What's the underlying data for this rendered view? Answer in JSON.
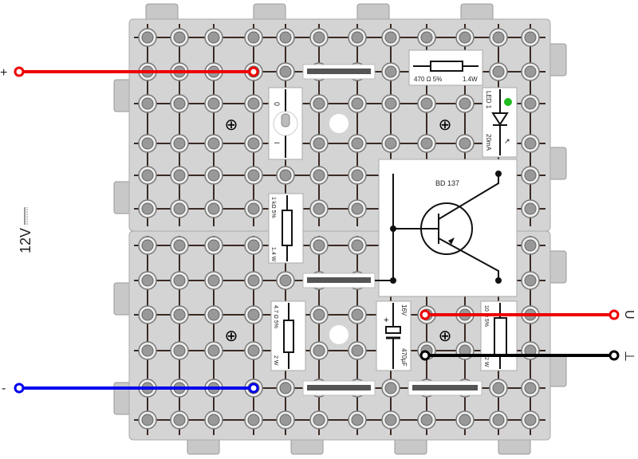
{
  "supply": {
    "plus": "+",
    "minus": "-",
    "voltage": "12V"
  },
  "outputs": {
    "u_label": "U",
    "ground_label": "⊥"
  },
  "components": {
    "r470": {
      "value": "470 Ω 5%",
      "power": "1.4W"
    },
    "switch": {
      "off": "0",
      "on": "I"
    },
    "led": {
      "name": "LED 1",
      "current": "20mA"
    },
    "transistor": {
      "name": "BD 137"
    },
    "r1k": {
      "value": "1 kΩ 5%",
      "power": "1.4 W"
    },
    "r4_7": {
      "value": "4.7 Ω 5%",
      "power": "2 W"
    },
    "capacitor": {
      "voltage": "16V",
      "value": "470µF"
    },
    "r10": {
      "value": "10 Ω 5%",
      "power": "2 W"
    }
  },
  "colors": {
    "positive": "#ee0000",
    "negative": "#0000ee",
    "ground": "#000000",
    "led": "#22bb22",
    "board": "#d4d4d4"
  }
}
